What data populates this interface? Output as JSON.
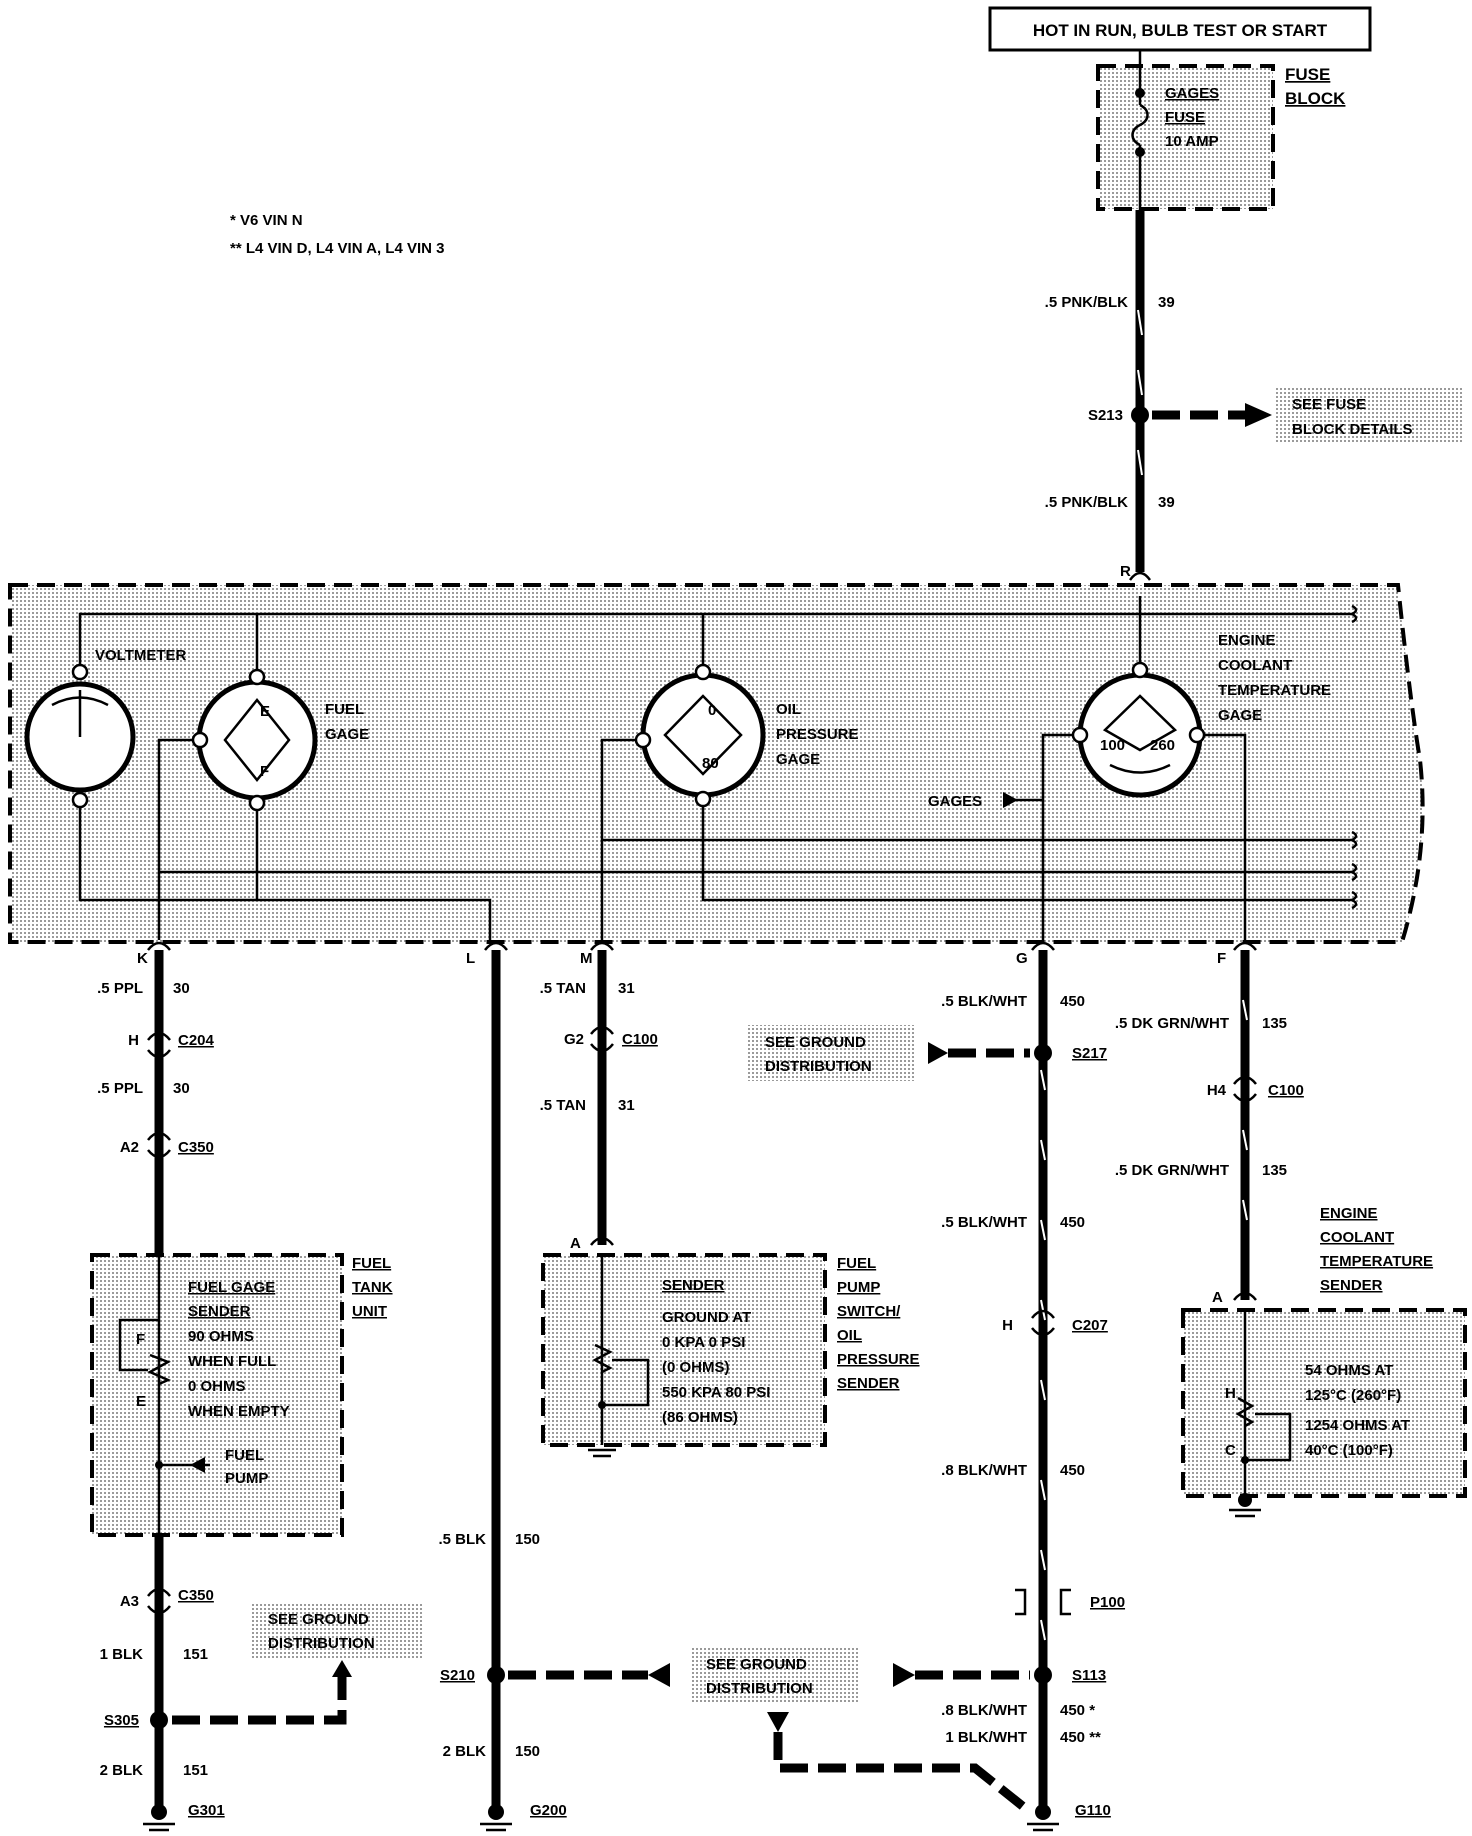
{
  "power": {
    "title": "HOT IN RUN, BULB TEST OR START"
  },
  "fuse_block": {
    "name": "FUSE BLOCK",
    "fuse_line1": "GAGES",
    "fuse_line2": "FUSE",
    "rating": "10 AMP"
  },
  "notes": {
    "single_star": "*  V6 VIN N",
    "double_star": "**  L4 VIN D, L4 VIN A, L4 VIN 3"
  },
  "feed": {
    "wire_upper": ".5 PNK/BLK",
    "circuit_upper": "39",
    "splice": "S213",
    "see_fuse_block_1": "SEE FUSE",
    "see_fuse_block_2": "BLOCK DETAILS",
    "wire_lower": ".5 PNK/BLK",
    "circuit_lower": "39",
    "pin": "R"
  },
  "cluster": {
    "voltmeter": "VOLTMETER",
    "fuel_gage_1": "FUEL",
    "fuel_gage_2": "GAGE",
    "fuel_e": "E",
    "fuel_f": "F",
    "oil_1": "OIL",
    "oil_2": "PRESSURE",
    "oil_3": "GAGE",
    "oil_0": "0",
    "oil_80": "80",
    "ect_1": "ENGINE",
    "ect_2": "COOLANT",
    "ect_3": "TEMPERATURE",
    "ect_4": "GAGE",
    "ect_100": "100",
    "ect_260": "260",
    "gages": "GAGES"
  },
  "col_k": {
    "pin": "K",
    "wire1": ".5 PPL",
    "circ1": "30",
    "conn1_pin": "H",
    "conn1": "C204",
    "wire2": ".5 PPL",
    "circ2": "30",
    "conn2_pin": "A2",
    "conn2": "C350",
    "unit_1": "FUEL",
    "unit_2": "TANK",
    "unit_3": "UNIT",
    "sender_1": "FUEL GAGE",
    "sender_2": "SENDER",
    "sender_3": "90 OHMS",
    "sender_4": "WHEN FULL",
    "sender_5": "0 OHMS",
    "sender_6": "WHEN EMPTY",
    "f": "F",
    "e": "E",
    "pump_1": "FUEL",
    "pump_2": "PUMP",
    "conn3_pin": "A3",
    "conn3": "C350",
    "wire3": "1 BLK",
    "circ3": "151",
    "see_gnd_1": "SEE GROUND",
    "see_gnd_2": "DISTRIBUTION",
    "splice": "S305",
    "wire4": "2 BLK",
    "circ4": "151",
    "ground": "G301"
  },
  "col_l": {
    "pin": "L",
    "wire1": ".5 BLK",
    "circ1": "150",
    "splice": "S210",
    "wire2": "2 BLK",
    "circ2": "150",
    "ground": "G200"
  },
  "col_m": {
    "pin": "M",
    "wire1": ".5 TAN",
    "circ1": "31",
    "conn_pin": "G2",
    "conn": "C100",
    "wire2": ".5 TAN",
    "circ2": "31",
    "sender_pin": "A",
    "sender_1": "SENDER",
    "sender_2": "GROUND AT",
    "sender_3": "0 KPA 0 PSI",
    "sender_4": "(0 OHMS)",
    "sender_5": "550 KPA 80 PSI",
    "sender_6": "(86 OHMS)",
    "unit_1": "FUEL",
    "unit_2": "PUMP",
    "unit_3": "SWITCH/",
    "unit_4": "OIL",
    "unit_5": "PRESSURE",
    "unit_6": "SENDER"
  },
  "col_g": {
    "pin": "G",
    "wire1": ".5 BLK/WHT",
    "circ1": "450",
    "see_gnd_1": "SEE GROUND",
    "see_gnd_2": "DISTRIBUTION",
    "splice1": "S217",
    "wire2": ".5 BLK/WHT",
    "circ2": "450",
    "conn_pin": "H",
    "conn": "C207",
    "wire3": ".8 BLK/WHT",
    "circ3": "450",
    "conn2": "P100",
    "splice2": "S113",
    "see_gnd2_1": "SEE GROUND",
    "see_gnd2_2": "DISTRIBUTION",
    "wire4": ".8 BLK/WHT",
    "circ4": "450 *",
    "wire5": "1 BLK/WHT",
    "circ5": "450 **",
    "ground": "G110"
  },
  "col_f": {
    "pin": "F",
    "wire1": ".5 DK GRN/WHT",
    "circ1": "135",
    "conn_pin": "H4",
    "conn": "C100",
    "wire2": ".5 DK GRN/WHT",
    "circ2": "135",
    "sender_pin": "A",
    "name_1": "ENGINE",
    "name_2": "COOLANT",
    "name_3": "TEMPERATURE",
    "name_4": "SENDER",
    "spec_1": "54 OHMS AT",
    "spec_2": "125°C (260°F)",
    "spec_3": "1254 OHMS AT",
    "spec_4": "40°C (100°F)",
    "h": "H",
    "c": "C"
  }
}
